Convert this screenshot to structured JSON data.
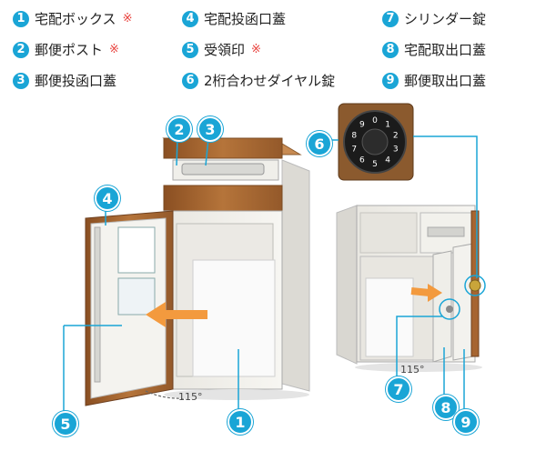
{
  "legend": [
    {
      "num": "1",
      "label": "宅配ボックス",
      "note": "※"
    },
    {
      "num": "2",
      "label": "郵便ポスト",
      "note": "※"
    },
    {
      "num": "3",
      "label": "郵便投函口蓋",
      "note": ""
    },
    {
      "num": "4",
      "label": "宅配投函口蓋",
      "note": ""
    },
    {
      "num": "5",
      "label": "受領印",
      "note": "※"
    },
    {
      "num": "6",
      "label": "2桁合わせダイヤル錠",
      "note": ""
    },
    {
      "num": "7",
      "label": "シリンダー錠",
      "note": ""
    },
    {
      "num": "8",
      "label": "宅配取出口蓋",
      "note": ""
    },
    {
      "num": "9",
      "label": "郵便取出口蓋",
      "note": ""
    }
  ],
  "callouts": [
    "1",
    "2",
    "3",
    "4",
    "5",
    "6",
    "7",
    "8",
    "9"
  ],
  "angles": {
    "left": "115°",
    "right": "115°"
  },
  "dial_digits": [
    "0",
    "1",
    "2",
    "3",
    "4",
    "5",
    "6",
    "7",
    "8",
    "9"
  ],
  "colors": {
    "accent": "#1aa5d6",
    "note": "#e8413c",
    "body": "#f1f0ec",
    "wood": "#a66531"
  }
}
